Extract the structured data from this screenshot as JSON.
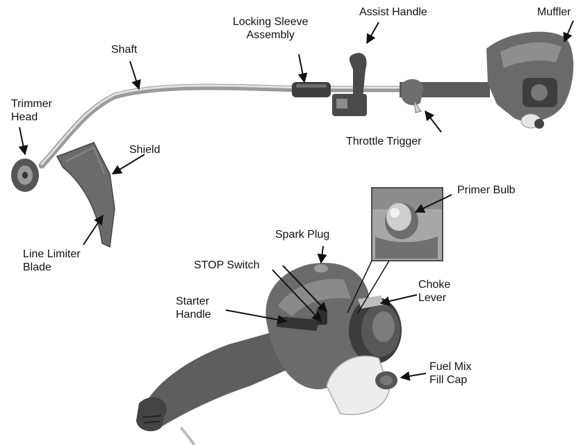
{
  "labels": {
    "trimmer_head": [
      "Trimmer",
      "Head"
    ],
    "shaft": "Shaft",
    "locking_sleeve": [
      "Locking Sleeve",
      "Assembly"
    ],
    "assist_handle": "Assist Handle",
    "muffler": "Muffler",
    "throttle_trigger": "Throttle Trigger",
    "shield": "Shield",
    "line_limiter": [
      "Line Limiter",
      "Blade"
    ],
    "primer_bulb": "Primer Bulb",
    "spark_plug": "Spark Plug",
    "stop_switch": "STOP Switch",
    "choke_lever": [
      "Choke",
      "Lever"
    ],
    "starter_handle": [
      "Starter",
      "Handle"
    ],
    "fuel_cap": [
      "Fuel Mix",
      "Fill Cap"
    ]
  },
  "colors": {
    "body_dark": "#5c5c5c",
    "body_mid": "#8a8a8a",
    "shaft": "#cfcfcf",
    "tank": "#ececec"
  }
}
